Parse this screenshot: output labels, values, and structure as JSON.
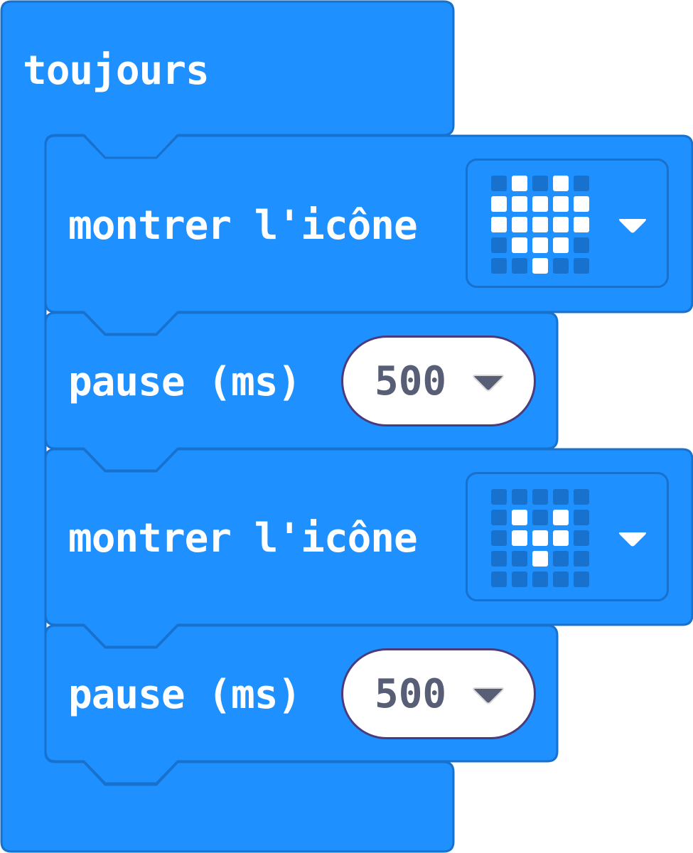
{
  "colors": {
    "block_fill": "#1e90ff",
    "block_stroke": "#1871cd",
    "text": "#ffffff",
    "led_on": "#ffffff",
    "led_off": "#1871cd",
    "number_text": "#575e75",
    "number_border": "#4c3b7a"
  },
  "loop_block": {
    "label": "toujours",
    "children": [
      {
        "type": "show_icon",
        "label": "montrer l'icône",
        "icon_rows": [
          [
            0,
            1,
            0,
            1,
            0
          ],
          [
            1,
            1,
            1,
            1,
            1
          ],
          [
            1,
            1,
            1,
            1,
            1
          ],
          [
            0,
            1,
            1,
            1,
            0
          ],
          [
            0,
            0,
            1,
            0,
            0
          ]
        ],
        "dropdown_icon": "dropdown-arrow-icon"
      },
      {
        "type": "pause",
        "label": "pause (ms)",
        "value": "500",
        "dropdown_icon": "dropdown-arrow-icon"
      },
      {
        "type": "show_icon",
        "label": "montrer l'icône",
        "icon_rows": [
          [
            0,
            0,
            0,
            0,
            0
          ],
          [
            0,
            1,
            0,
            1,
            0
          ],
          [
            0,
            1,
            1,
            1,
            0
          ],
          [
            0,
            0,
            1,
            0,
            0
          ],
          [
            0,
            0,
            0,
            0,
            0
          ]
        ],
        "dropdown_icon": "dropdown-arrow-icon"
      },
      {
        "type": "pause",
        "label": "pause (ms)",
        "value": "500",
        "dropdown_icon": "dropdown-arrow-icon"
      }
    ]
  }
}
